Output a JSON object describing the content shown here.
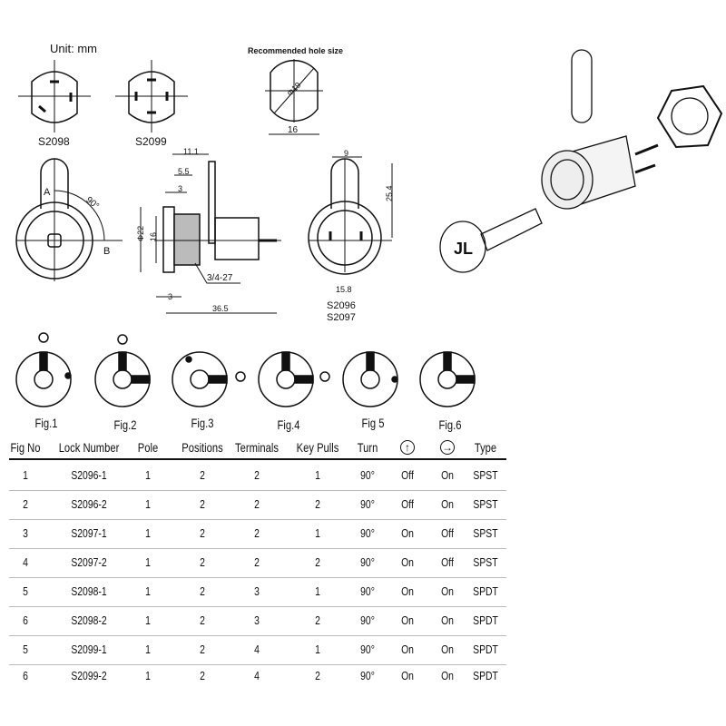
{
  "drawing": {
    "unit_label": "Unit: mm",
    "hole_label": "Recommended hole size",
    "s2098": "S2098",
    "s2099": "S2099",
    "hole_width": "16",
    "hole_dia": "Φ19",
    "dim_11_1": "11.1",
    "dim_5_5": "5.5",
    "dim_3a": "3",
    "dim_22": "Φ22",
    "dim_16": "16",
    "thread": "3/4-27",
    "dim_3b": "3",
    "dim_36_5": "36.5",
    "dim_9": "9",
    "dim_25_4": "25.4",
    "dim_15_8": "15.8",
    "s2096": "S2096",
    "s2097": "S2097",
    "pos_a": "A",
    "pos_b": "B",
    "angle": "90°"
  },
  "figures": [
    "Fig.1",
    "Fig.2",
    "Fig.3",
    "Fig.4",
    "Fig 5",
    "Fig.6"
  ],
  "table": {
    "headers": [
      "Fig No",
      "Lock Number",
      "Pole",
      "Positions",
      "Terminals",
      "Key Pulls",
      "Turn",
      "↑",
      "→",
      "Type"
    ],
    "rows": [
      [
        "1",
        "S2096-1",
        "1",
        "2",
        "2",
        "1",
        "90°",
        "Off",
        "On",
        "SPST"
      ],
      [
        "2",
        "S2096-2",
        "1",
        "2",
        "2",
        "2",
        "90°",
        "Off",
        "On",
        "SPST"
      ],
      [
        "3",
        "S2097-1",
        "1",
        "2",
        "2",
        "1",
        "90°",
        "On",
        "Off",
        "SPST"
      ],
      [
        "4",
        "S2097-2",
        "1",
        "2",
        "2",
        "2",
        "90°",
        "On",
        "Off",
        "SPST"
      ],
      [
        "5",
        "S2098-1",
        "1",
        "2",
        "3",
        "1",
        "90°",
        "On",
        "On",
        "SPDT"
      ],
      [
        "6",
        "S2098-2",
        "1",
        "2",
        "3",
        "2",
        "90°",
        "On",
        "On",
        "SPDT"
      ],
      [
        "5",
        "S2099-1",
        "1",
        "2",
        "4",
        "1",
        "90°",
        "On",
        "On",
        "SPDT"
      ],
      [
        "6",
        "S2099-2",
        "1",
        "2",
        "4",
        "2",
        "90°",
        "On",
        "On",
        "SPDT"
      ]
    ]
  }
}
